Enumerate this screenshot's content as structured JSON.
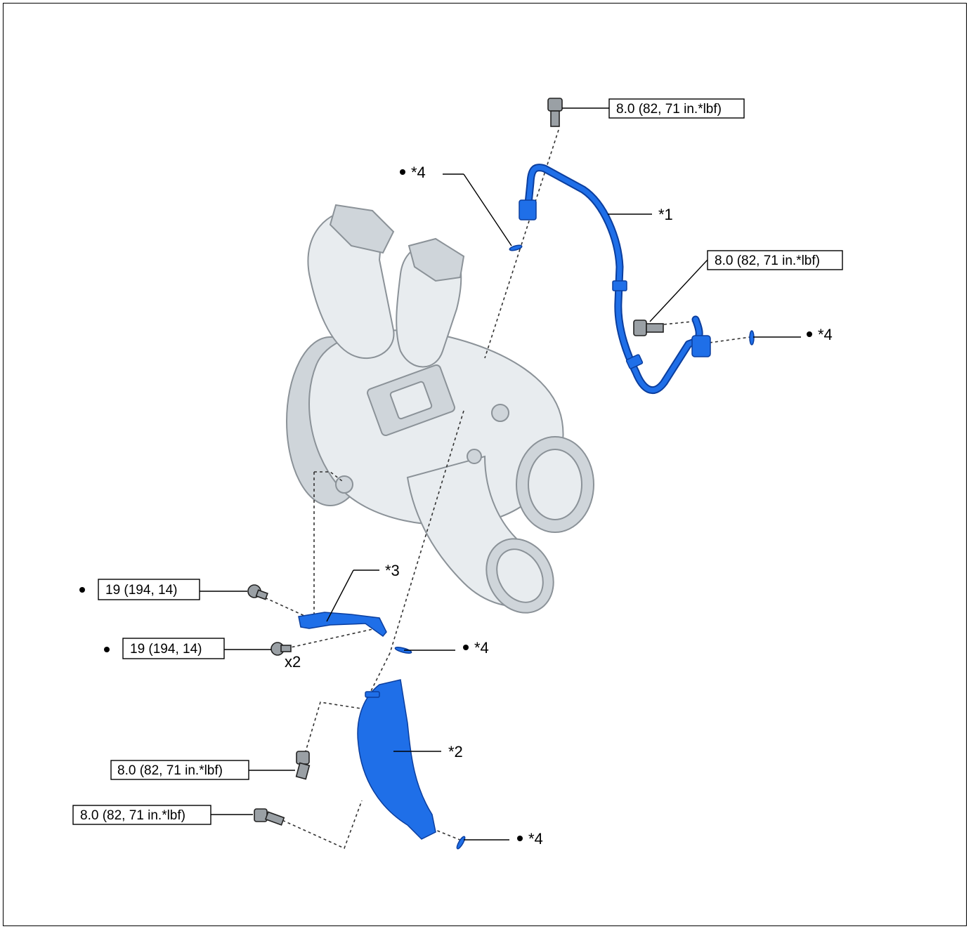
{
  "torque_labels": {
    "t1": "8.0 (82, 71 in.*lbf)",
    "t2": "8.0 (82, 71 in.*lbf)",
    "t3": "19 (194, 14)",
    "t4": "19 (194, 14)",
    "t5": "8.0 (82, 71 in.*lbf)",
    "t6": "8.0 (82, 71 in.*lbf)"
  },
  "callouts": {
    "c1": "*1",
    "c2": "*2",
    "c3": "*3",
    "c4a": "*4",
    "c4b": "*4",
    "c4c": "*4",
    "c4d": "*4"
  },
  "quantity": "x2",
  "colors": {
    "part_highlight": "#1f6fe8",
    "turbo_body": "#e8ecef"
  }
}
